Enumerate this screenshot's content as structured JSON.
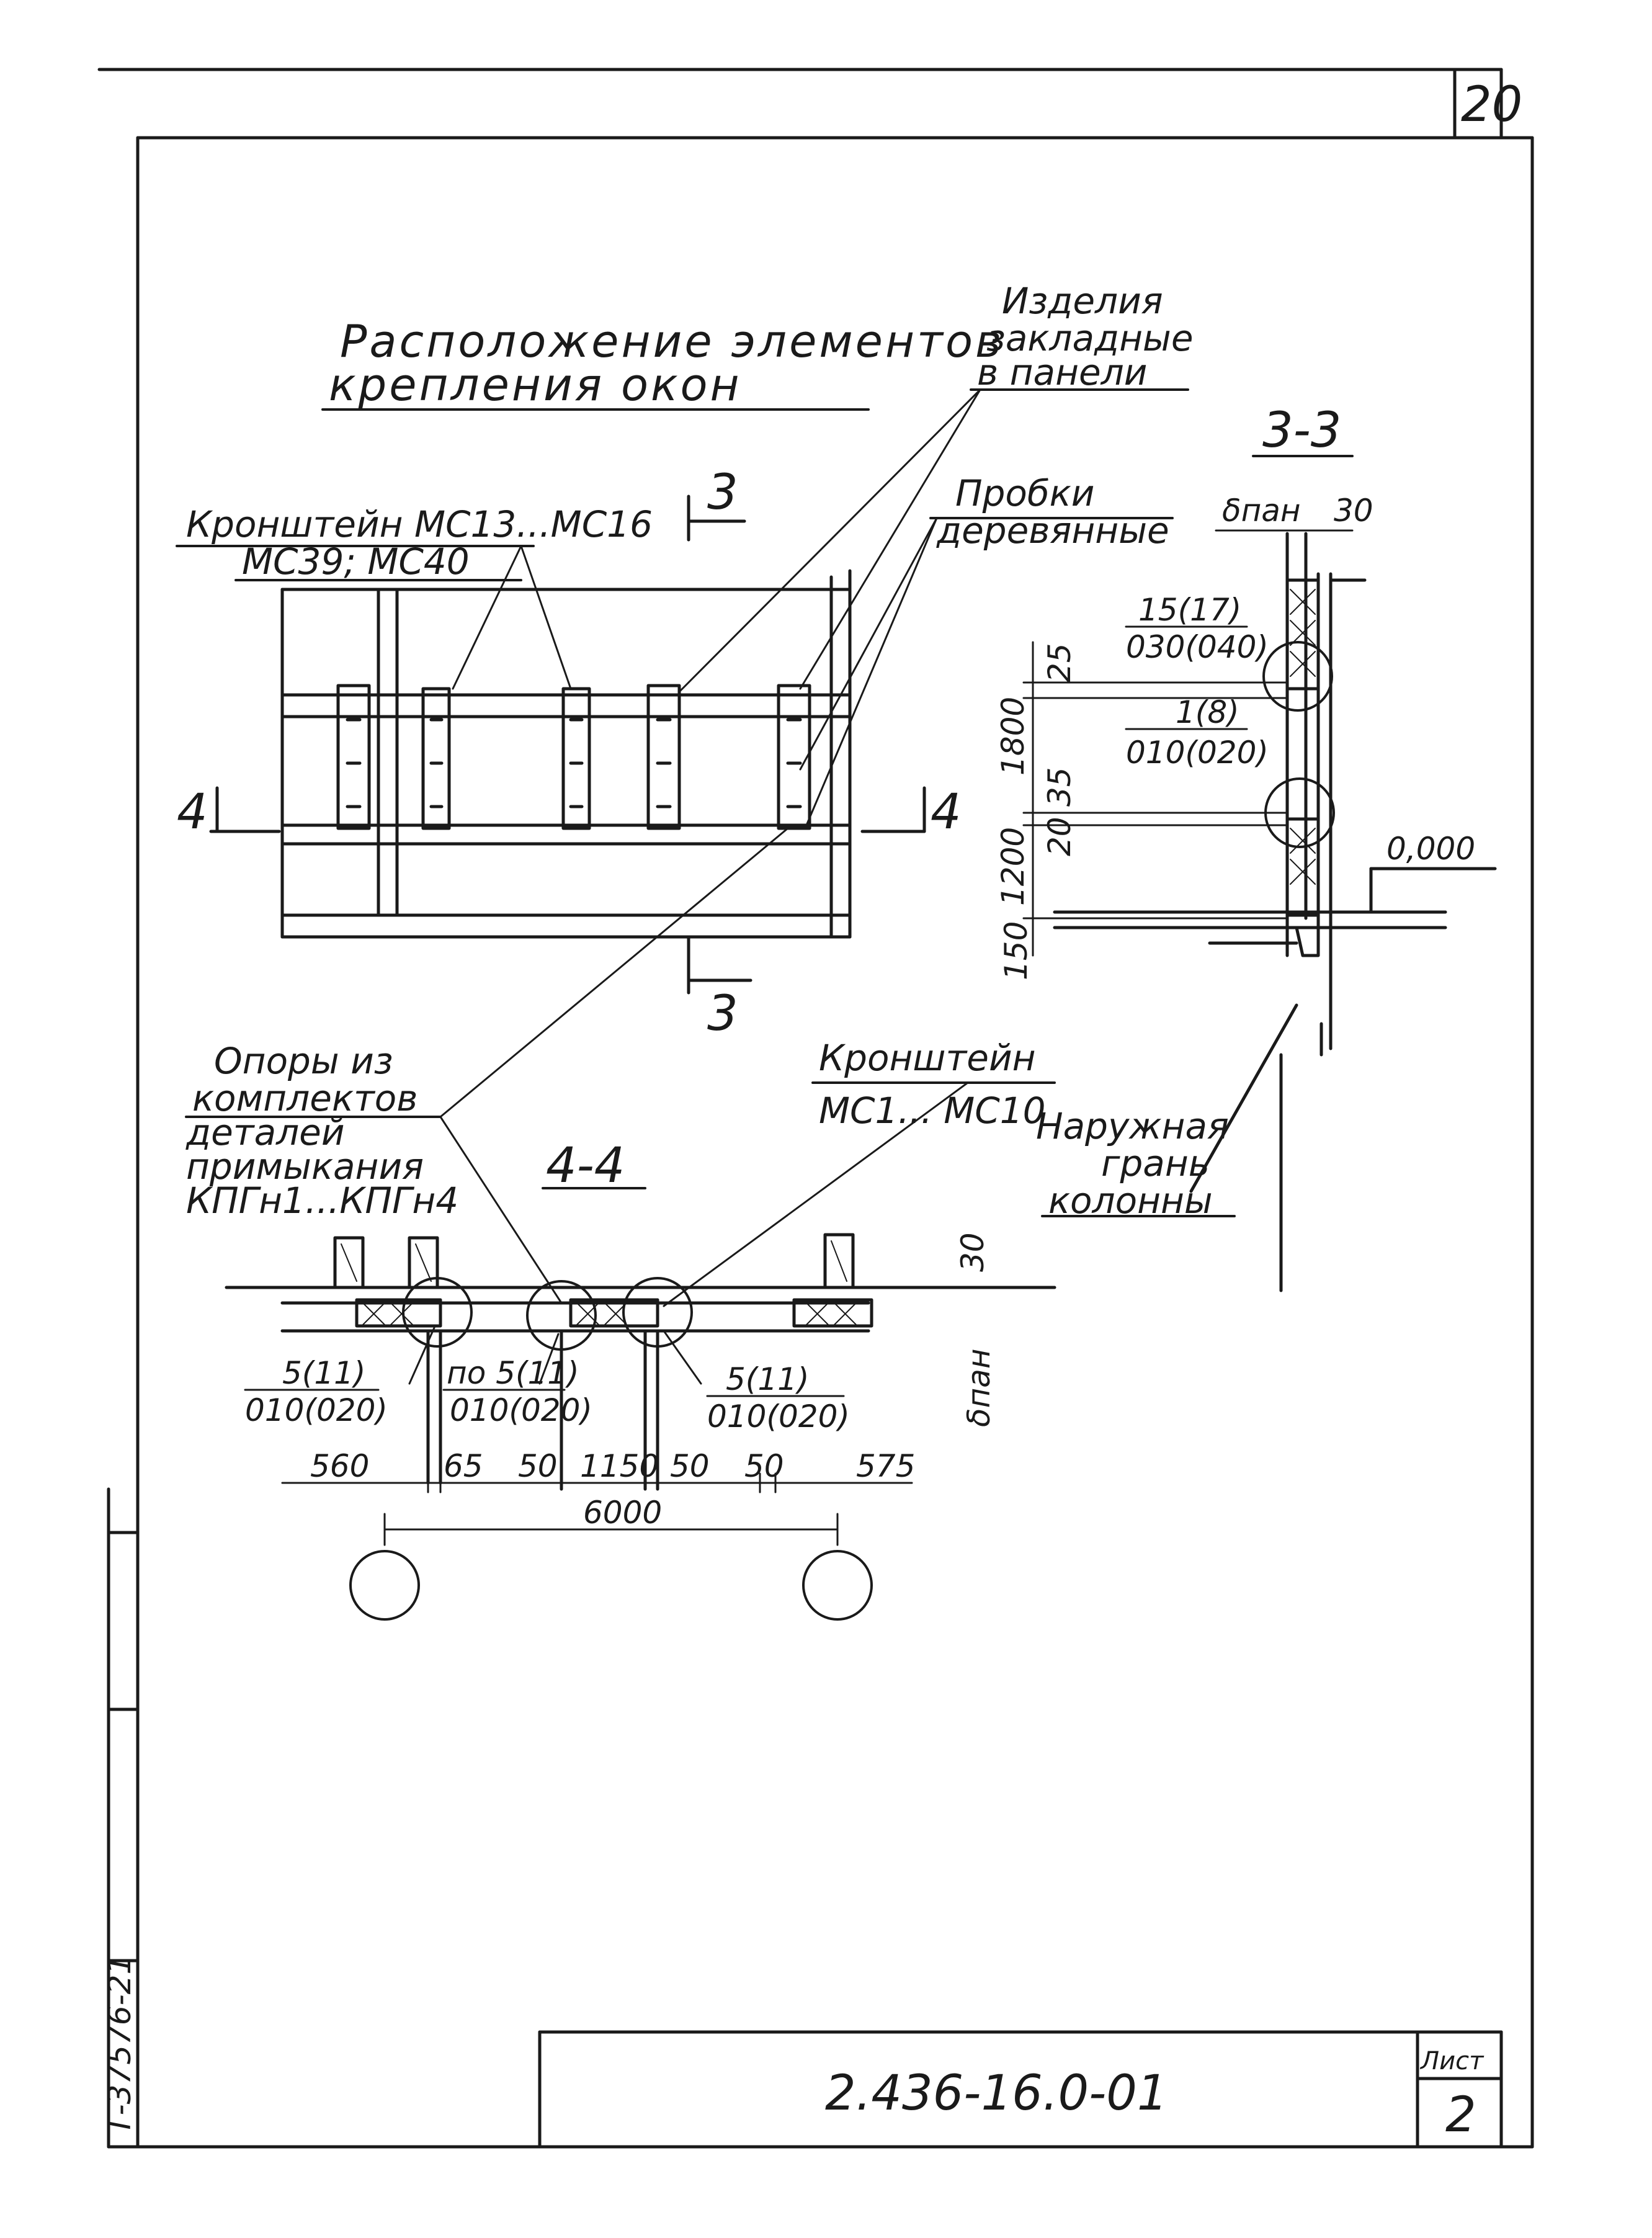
{
  "sheet_number": "20",
  "title_line1": "Расположение элементов",
  "title_line2": "крепления окон",
  "callouts": {
    "embedded_l1": "Изделия",
    "embedded_l2": "закладные",
    "embedded_l3": "в панели",
    "plugs_l1": "Пробки",
    "plugs_l2": "деревянные",
    "bracket_plan_l1": "Кронштейн МС13...МС16",
    "bracket_plan_l2": "МС39; МС40",
    "supports_l1": "Опоры из",
    "supports_l2": "комплектов",
    "supports_l3": "деталей",
    "supports_l4": "примыкания",
    "supports_l5": "КПГн1...КПГн4",
    "bracket_sec_l1": "Кронштейн",
    "bracket_sec_l2": "МС1... МС10",
    "face_l1": "Наружная",
    "face_l2": "грань",
    "face_l3": "колонны"
  },
  "sections": {
    "cut3_top": "3",
    "cut3_bottom": "3",
    "cut4_left": "4",
    "cut4_right": "4",
    "sec33": "3-3",
    "sec44": "4-4"
  },
  "section33": {
    "panel_label": "δпан",
    "thickness": "30",
    "node_a_top": "15(17)",
    "node_a_bottom": "030(040)",
    "node_b_top": "1(8)",
    "node_b_bottom": "010(020)",
    "elev": "0,000",
    "dims": [
      "25",
      "1800",
      "35",
      "20",
      "1200",
      "150"
    ]
  },
  "section44": {
    "thickness": "30",
    "panel_label": "δпан",
    "node1_top": "5(11)",
    "node1_bottom": "010(020)",
    "node2_top": "по 5(11)",
    "node2_bottom": "010(020)",
    "node3_top": "5(11)",
    "node3_bottom": "010(020)",
    "dims": [
      "560",
      "65",
      "50",
      "1150",
      "50",
      "50",
      "575"
    ],
    "overall": "6000"
  },
  "stamp": {
    "doc_code": "2.436-16.0-01",
    "sheet_label": "Лист",
    "sheet_value": "2"
  },
  "side_inventory": "Т-37576-21"
}
